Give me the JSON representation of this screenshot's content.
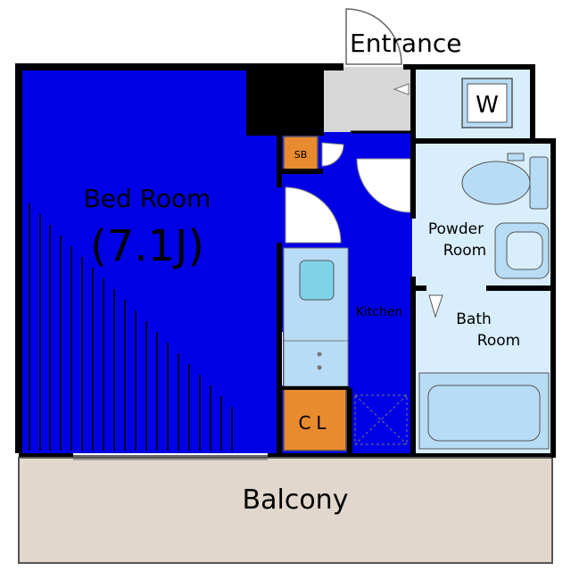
{
  "colors": {
    "bedroom": "#0000e6",
    "kitchen": "#0000e6",
    "wet_area": "#d8eefc",
    "fixture": "#b8dcf6",
    "balcony": "#e2d7cc",
    "entrance": "#d7d7d7",
    "storage": "#e88a2e",
    "wall": "#000000"
  },
  "rooms": {
    "entrance": "Entrance",
    "washer": "W",
    "shoe_box": "SB",
    "bedroom_name": "Bed Room",
    "bedroom_size": "(7.1J)",
    "kitchen": "Kitchen",
    "powder_room_line1": "Powder",
    "powder_room_line2": "Room",
    "bath_room_line1": "Bath",
    "bath_room_line2": "Room",
    "closet": "CL",
    "balcony": "Balcony"
  }
}
